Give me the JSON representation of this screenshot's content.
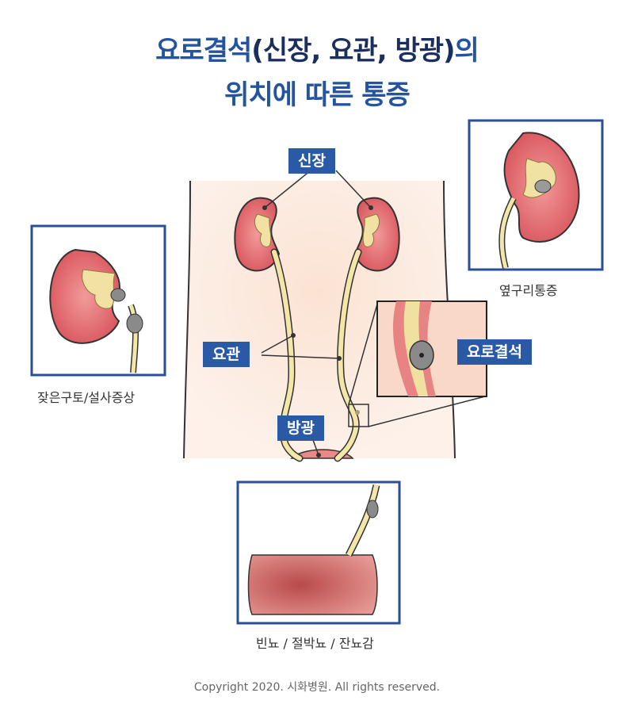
{
  "title": {
    "line1_part1": "요로결석",
    "line1_part2": "(신장, 요관, 방광)",
    "line1_part3": "의",
    "line2": "위치에 따른 통증"
  },
  "labels": {
    "kidney": "신장",
    "ureter": "요관",
    "bladder": "방광",
    "stone": "요로결석"
  },
  "captions": {
    "left_panel": "잦은구토/설사증상",
    "right_panel": "옆구리통증",
    "bottom_panel": "빈뇨 / 절박뇨 / 잔뇨감"
  },
  "copyright": "Copyright 2020. 시화병원. All rights reserved.",
  "colors": {
    "accent": "#2a5aa6",
    "title_blue": "#2453a0",
    "kidney": "#e97a7e",
    "urine": "#efe0a0",
    "stone": "#8a8a8a",
    "skin": "#fbe8dc"
  }
}
